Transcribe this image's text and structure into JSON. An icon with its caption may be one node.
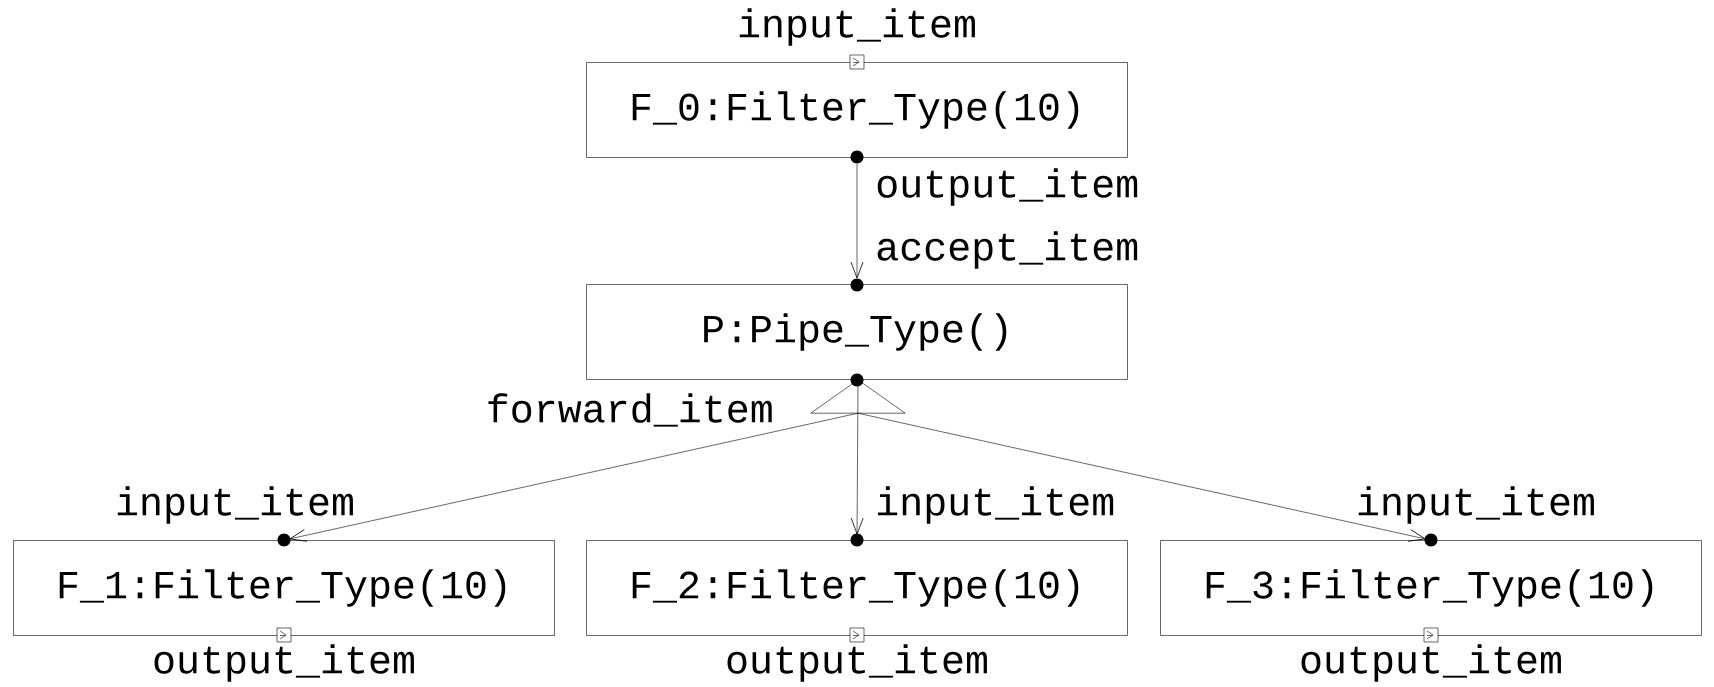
{
  "diagram": {
    "nodes": [
      {
        "text": [
          "F_0:Filter_Type(10)"
        ],
        "beside": [
          "input_item"
        ]
      },
      {
        "text": [
          "P:Pipe_Type()"
        ]
      },
      {
        "text": [],
        "shape": "triangle"
      },
      {
        "text": [
          "F_1:Filter_Type(10)"
        ],
        "beside": [
          "output_item"
        ]
      },
      {
        "text": [
          "F_2:Filter_Type(10)"
        ],
        "beside": [
          "output_item"
        ]
      },
      {
        "text": [
          "F_3:Filter_Type(10)"
        ],
        "beside": [
          "output_item"
        ]
      }
    ],
    "edges": [
      {
        "from": 0,
        "to": 1,
        "arrow": "to"
      },
      {
        "from": 2,
        "to": 3,
        "arrow": "to"
      },
      {
        "from": 2,
        "to": 4,
        "arrow": "to"
      },
      {
        "from": 2,
        "to": 5,
        "arrow": "to"
      }
    ],
    "labels": [
      "output_item",
      "accept_item",
      "forward_item",
      "input_item",
      "input_item",
      "input_item"
    ]
  }
}
